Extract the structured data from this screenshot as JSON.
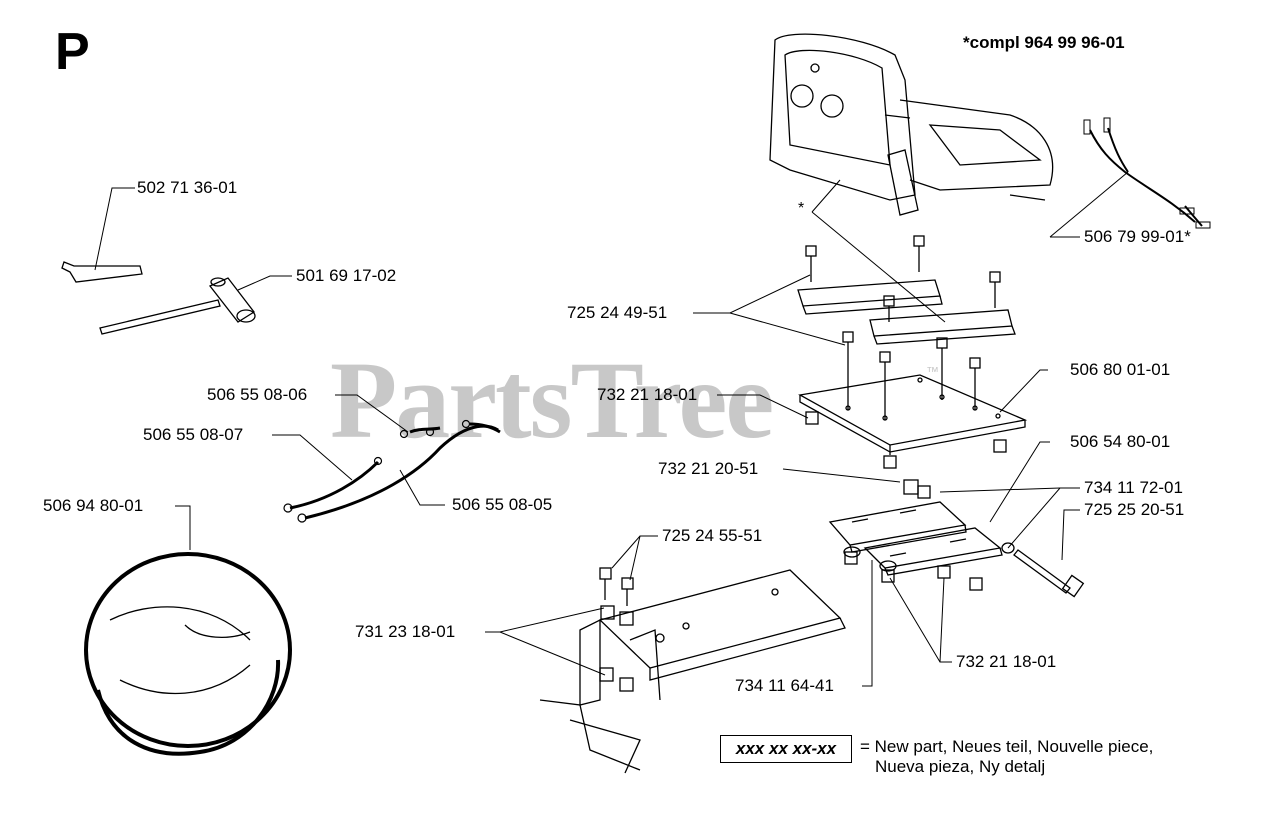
{
  "page_letter": "P",
  "complete_note": "*compl 964 99 96-01",
  "asterisk_marker": "*",
  "watermark": {
    "text": "PartsTree",
    "trademark": "™"
  },
  "part_labels": {
    "p1": "502 71 36-01",
    "p2": "501 69 17-02",
    "p3": "506 55 08-06",
    "p4": "506 55 08-07",
    "p5": "506 55 08-05",
    "p6": "506 94 80-01",
    "p7": "506 79 99-01*",
    "p8": "725 24 49-51",
    "p9": "732 21 18-01",
    "p10": "506 80 01-01",
    "p11": "732 21 20-51",
    "p12": "506 54 80-01",
    "p13": "734 11 72-01",
    "p14": "725 25 20-51",
    "p15": "725 24 55-51",
    "p16": "731 23 18-01",
    "p17": "732 21 18-01",
    "p18": "734 11 64-41"
  },
  "legend": {
    "code": "xxx xx xx-xx",
    "line1": "= New part, Neues teil, Nouvelle piece,",
    "line2": "Nueva pieza, Ny detalj"
  }
}
